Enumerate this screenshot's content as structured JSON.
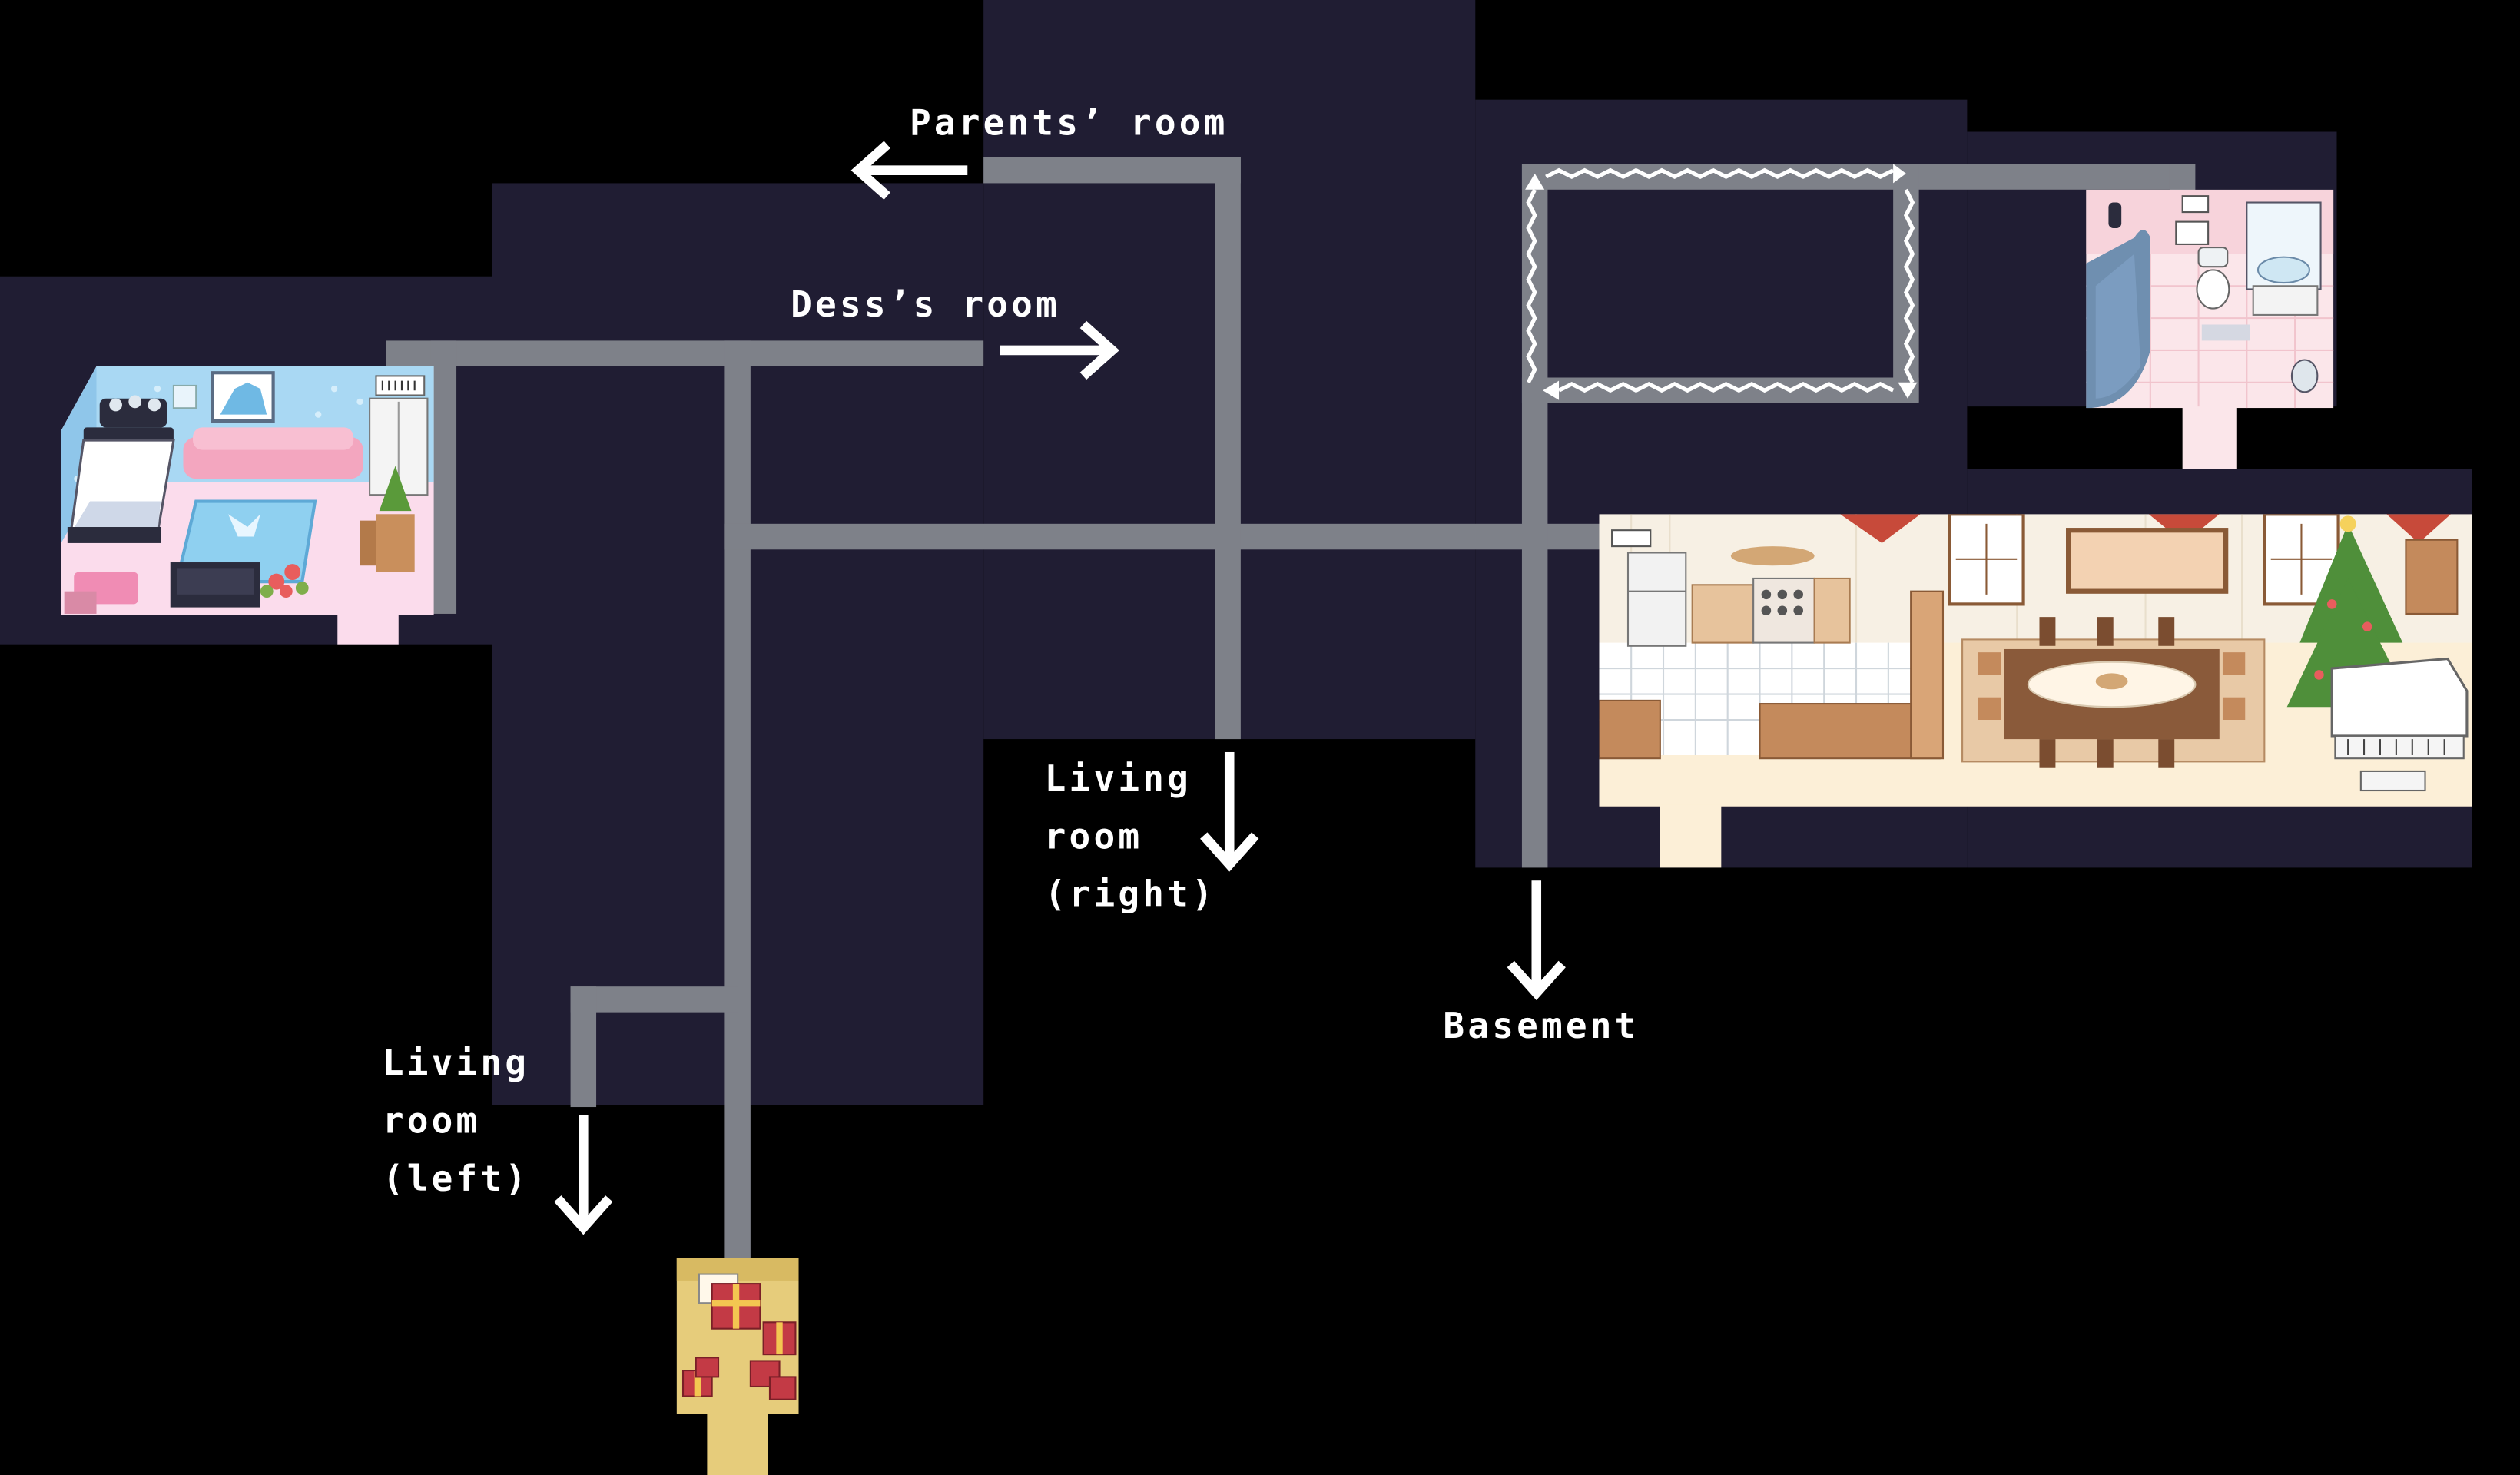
{
  "map": {
    "colors": {
      "background": "#000000",
      "floor": "#201d33",
      "path": "#7e8189",
      "arrow": "#ffffff",
      "label": "#ffffff"
    },
    "labels": {
      "parents_room": "Parents’ room",
      "dess_room": "Dess’s room",
      "living_room_right": [
        "Living",
        "room",
        "(right)"
      ],
      "living_room_left": [
        "Living",
        "room",
        "(left)"
      ],
      "basement": "Basement"
    },
    "arrows": {
      "parents_room": "left",
      "dess_room": "right",
      "living_room_right": "down",
      "living_room_left": "down",
      "basement": "down"
    },
    "rooms": {
      "bedroom": "bedroom-room",
      "bathroom": "bathroom-room",
      "kitchen": "kitchen-dining-room",
      "gift_room": "gift-room"
    },
    "icons": [
      "arrow-left-icon",
      "arrow-right-icon",
      "arrow-down-icon",
      "christmas-tree-icon",
      "gift-icon",
      "piano-icon",
      "bed-icon",
      "sofa-icon",
      "toilet-icon"
    ]
  }
}
